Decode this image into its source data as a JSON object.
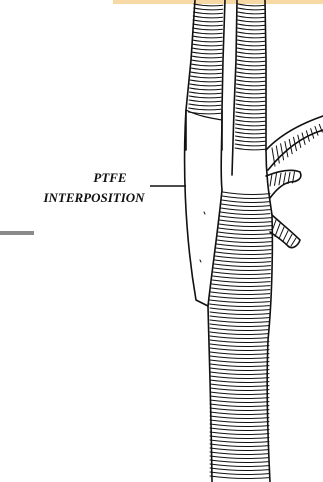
{
  "figure": {
    "label_line1": "PTFE",
    "label_line2": "INTERPOSITION"
  },
  "colors": {
    "ink": "#111111",
    "paper": "#ffffff",
    "top_band": "#f7d9a6",
    "left_bar": "#8a8a8a"
  },
  "icons": {
    "graft": "ptfe-graft-shape",
    "vessels": "artery-illustration"
  }
}
